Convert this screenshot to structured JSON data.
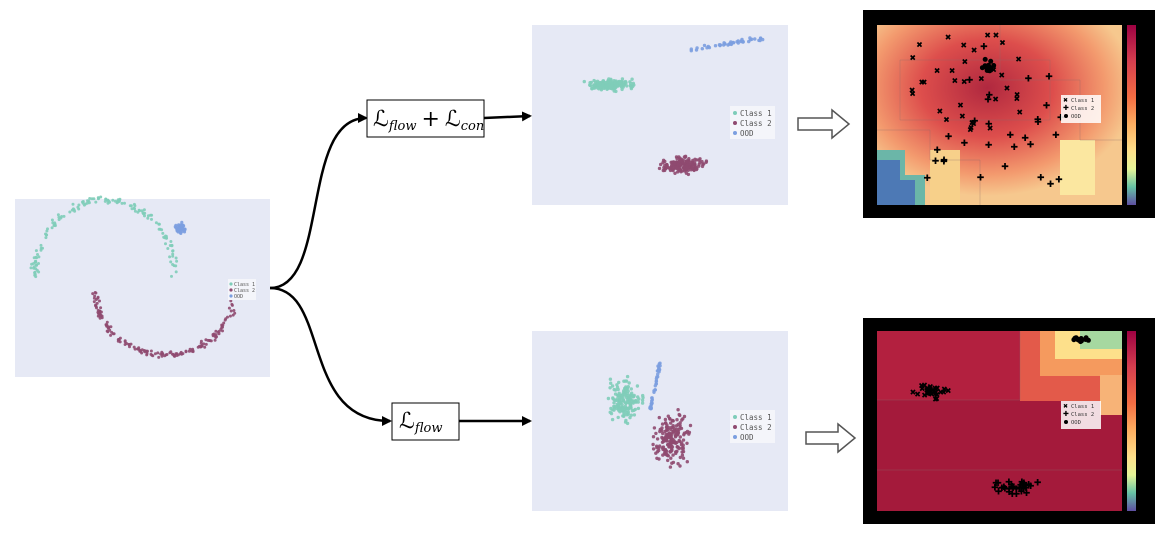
{
  "legend_labels": {
    "class1": "Class 1",
    "class2": "Class 2",
    "ood": "OOD"
  },
  "branches": {
    "top_loss": {
      "main1": "ℒ",
      "sub1": "flow",
      "op": "+",
      "main2": "ℒ",
      "sub2": "con"
    },
    "bottom_loss": {
      "main": "ℒ",
      "sub": "flow"
    }
  },
  "colors": {
    "panel_bg": "#e6e9f5",
    "class1": "#7fcdb9",
    "class2": "#8f4a70",
    "ood": "#7c9fe0",
    "heatmap_frame": "#000000",
    "arrow": "#000000"
  },
  "icons": {
    "flow_arrow": "arrow-right",
    "output_arrow": "hollow-arrow-right"
  }
}
